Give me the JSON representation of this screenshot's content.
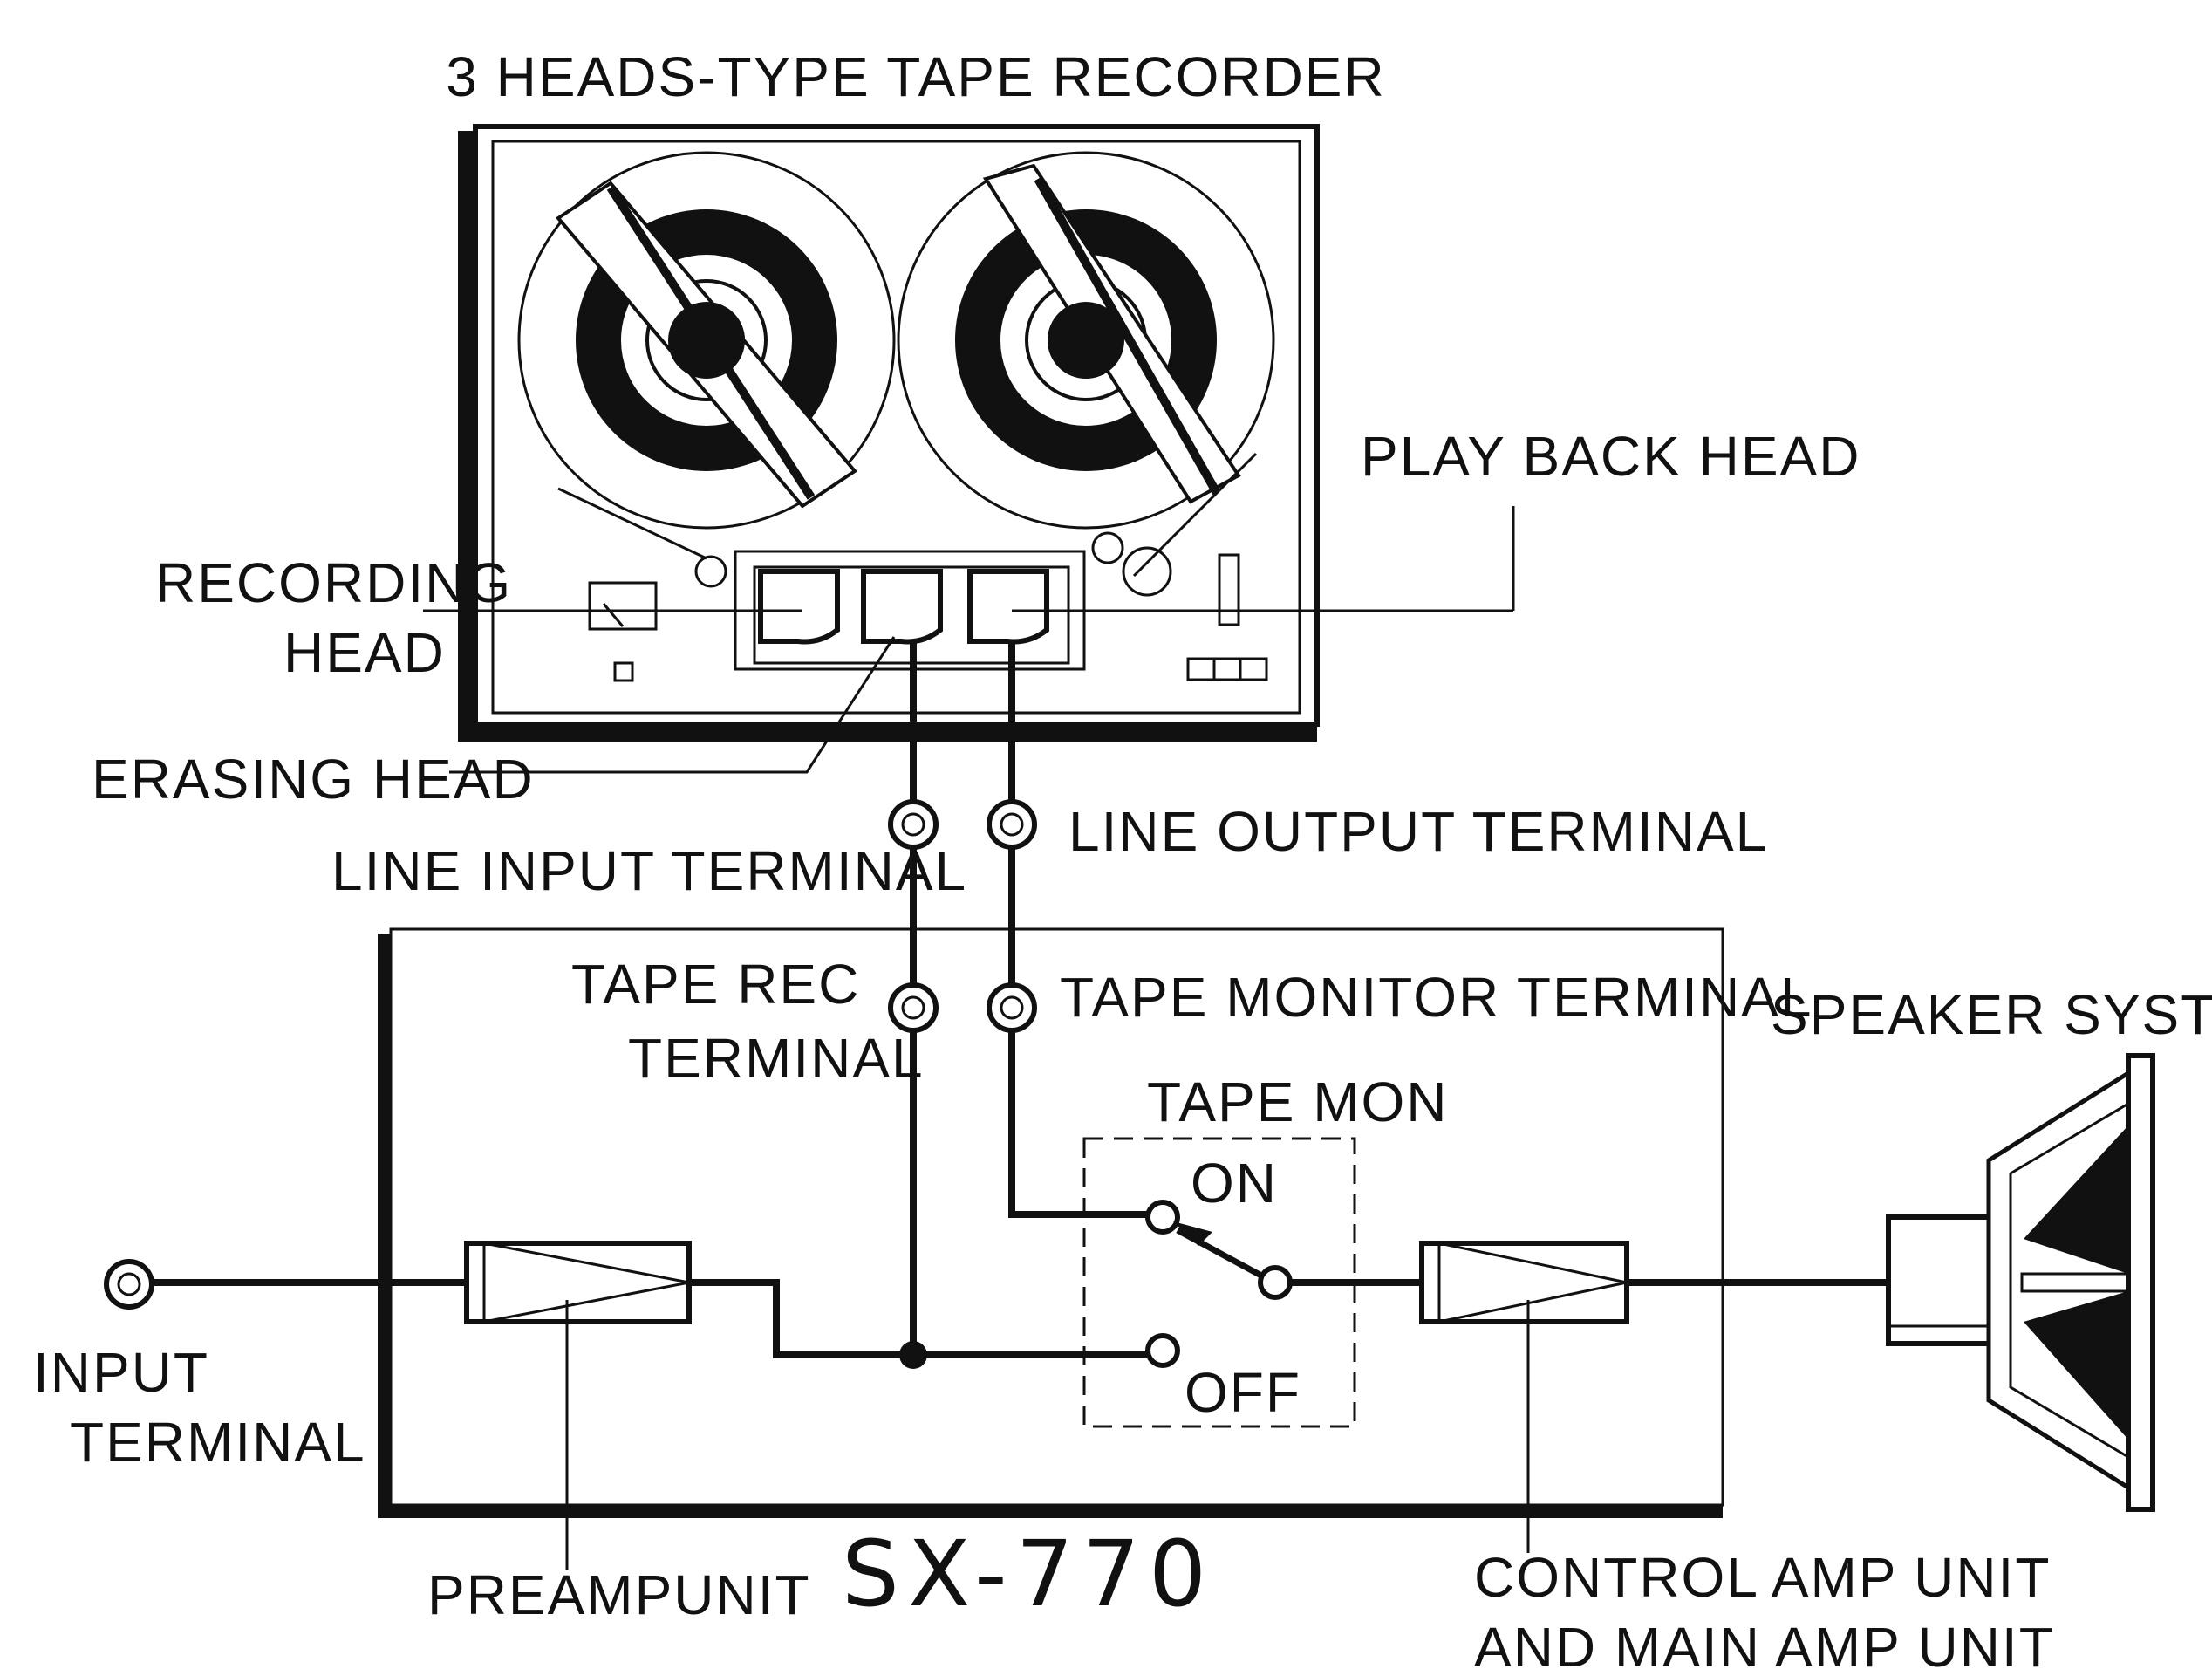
{
  "title": "3 HEADS-TYPE TAPE RECORDER",
  "model": "SX-770",
  "labels": {
    "play_back_head": "PLAY BACK HEAD",
    "recording_head_l1": "RECORDING",
    "recording_head_l2": "HEAD",
    "erasing_head": "ERASING HEAD",
    "line_input_terminal": "LINE INPUT TERMINAL",
    "line_output_terminal": "LINE OUTPUT TERMINAL",
    "tape_rec_l1": "TAPE REC",
    "tape_rec_l2": "TERMINAL",
    "tape_monitor_terminal": "TAPE MONITOR TERMINAL",
    "speaker_system": "SPEAKER SYSTEM",
    "tape_mon": "TAPE MON",
    "on": "ON",
    "off": "OFF",
    "input_terminal_l1": "INPUT",
    "input_terminal_l2": "TERMINAL",
    "preamp_unit": "PREAMPUNIT",
    "control_amp_l1": "CONTROL AMP  UNIT",
    "control_amp_l2": "AND MAIN AMP UNIT"
  },
  "colors": {
    "ink": "#111111",
    "paper": "#ffffff"
  }
}
